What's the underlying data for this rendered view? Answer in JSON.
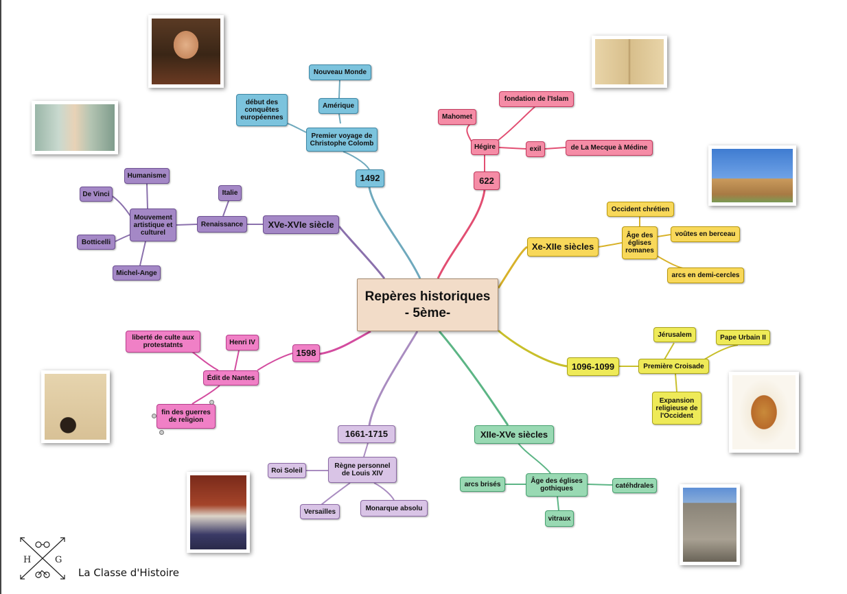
{
  "center": "Repères historiques\n- 5ème-",
  "branches": {
    "b1492": {
      "label": "1492",
      "voyage": "Premier voyage de\nChristophe Colomb",
      "amerique": "Amérique",
      "nouveau_monde": "Nouveau Monde",
      "conquetes": "début des\nconquêtes\neuropéennes"
    },
    "b622": {
      "label": "622",
      "hegire": "Hégire",
      "mahomet": "Mahomet",
      "islam": "fondation de l'Islam",
      "exil": "exil",
      "mecque": "de La Mecque à Médine"
    },
    "bxexii": {
      "label": "Xe-XIIe siècles",
      "age": "Âge des\néglises\nromanes",
      "occident": "Occident chrétien",
      "voutes": "voûtes en berceau",
      "arcs": "arcs en demi-cercles"
    },
    "b1096": {
      "label": "1096-1099",
      "croisade": "Première Croisade",
      "jerusalem": "Jérusalem",
      "urbain": "Pape Urbain II",
      "expansion": "Expansion\nreligieuse de\nl'Occident"
    },
    "bxiixv": {
      "label": "XIIe-XVe siècles",
      "age": "Âge des églises\ngothiques",
      "arcs": "arcs brisés",
      "cathedrales": "catéhdrales",
      "vitraux": "vitraux"
    },
    "b1661": {
      "label": "1661-1715",
      "regne": "Règne personnel\nde Louis XIV",
      "soleil": "Roi Soleil",
      "versailles": "Versailles",
      "monarque": "Monarque absolu"
    },
    "b1598": {
      "label": "1598",
      "edit": "Édit de Nantes",
      "henri": "Henri IV",
      "liberte": "liberté de culte aux\nprotestatnts",
      "fin": "fin des guerres\nde religion"
    },
    "bxvxvi": {
      "label": "XVe-XVIe siècle",
      "renaissance": "Renaissance",
      "italie": "Italie",
      "mouvement": "Mouvement\nartistique et\nculturel",
      "humanisme": "Humanisme",
      "vinci": "De Vinci",
      "botticelli": "Botticelli",
      "michelange": "Michel-Ange"
    }
  },
  "footer": "La Classe d'Histoire",
  "logo_letters": {
    "h": "H",
    "g": "G"
  },
  "colors": {
    "blue": "#7cc3dd",
    "pink": "#f58ca6",
    "yellow": "#f8d85a",
    "lime": "#eeea58",
    "green": "#99d9b3",
    "lilac": "#d9c4e6",
    "magenta": "#f080c6",
    "purple": "#a488c6",
    "center": "#f2dcc8"
  }
}
